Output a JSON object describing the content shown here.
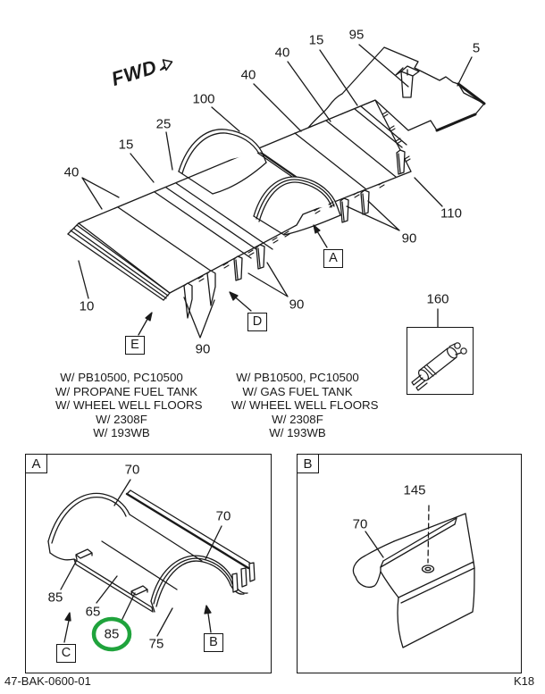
{
  "page": {
    "footer_left": "47-BAK-0600-01",
    "footer_right": "K18"
  },
  "main_figure": {
    "fwd_label": "FWD",
    "callouts": [
      "40",
      "15",
      "25",
      "100",
      "40",
      "40",
      "15",
      "95",
      "5",
      "110",
      "90",
      "90",
      "90",
      "10",
      "160"
    ],
    "view_refs": [
      "A",
      "D",
      "E"
    ]
  },
  "notes_left": {
    "lines": [
      "W/ PB10500, PC10500",
      "W/ PROPANE FUEL TANK",
      "W/ WHEEL WELL FLOORS",
      "W/ 2308F",
      "W/ 193WB"
    ]
  },
  "notes_right": {
    "lines": [
      "W/ PB10500, PC10500",
      "W/ GAS FUEL TANK",
      "W/ WHEEL WELL FLOORS",
      "W/ 2308F",
      "W/ 193WB"
    ]
  },
  "detail_a": {
    "corner_label": "A",
    "callouts": [
      "70",
      "70",
      "85",
      "65",
      "85",
      "75"
    ],
    "view_refs": [
      "C",
      "B"
    ],
    "highlight_color": "#1fa33c"
  },
  "detail_b": {
    "corner_label": "B",
    "callouts": [
      "145",
      "70"
    ]
  }
}
